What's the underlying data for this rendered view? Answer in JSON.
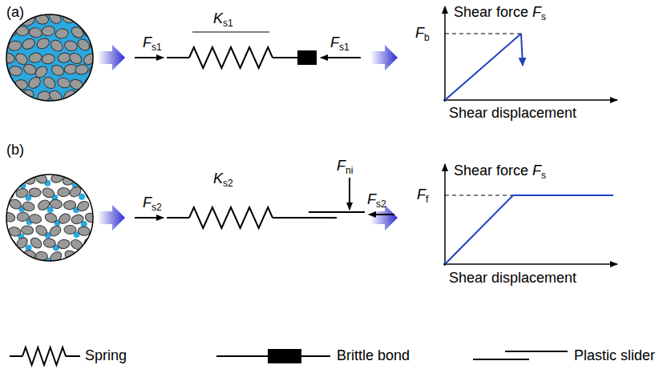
{
  "diagram": {
    "labels": [
      "(a)",
      "Fs1",
      "Ks1",
      "Fs1",
      "Shear force Fs",
      "Fb",
      "Shear displacement",
      "(b)",
      "Fs2",
      "Ks2",
      "Fni",
      "Fs2",
      "Shear force Fs",
      "Ff",
      "Shear displacement"
    ],
    "legend": [
      {
        "text": "Spring"
      },
      {
        "text": "Brittle bond"
      },
      {
        "text": "Plastic slider"
      }
    ]
  }
}
